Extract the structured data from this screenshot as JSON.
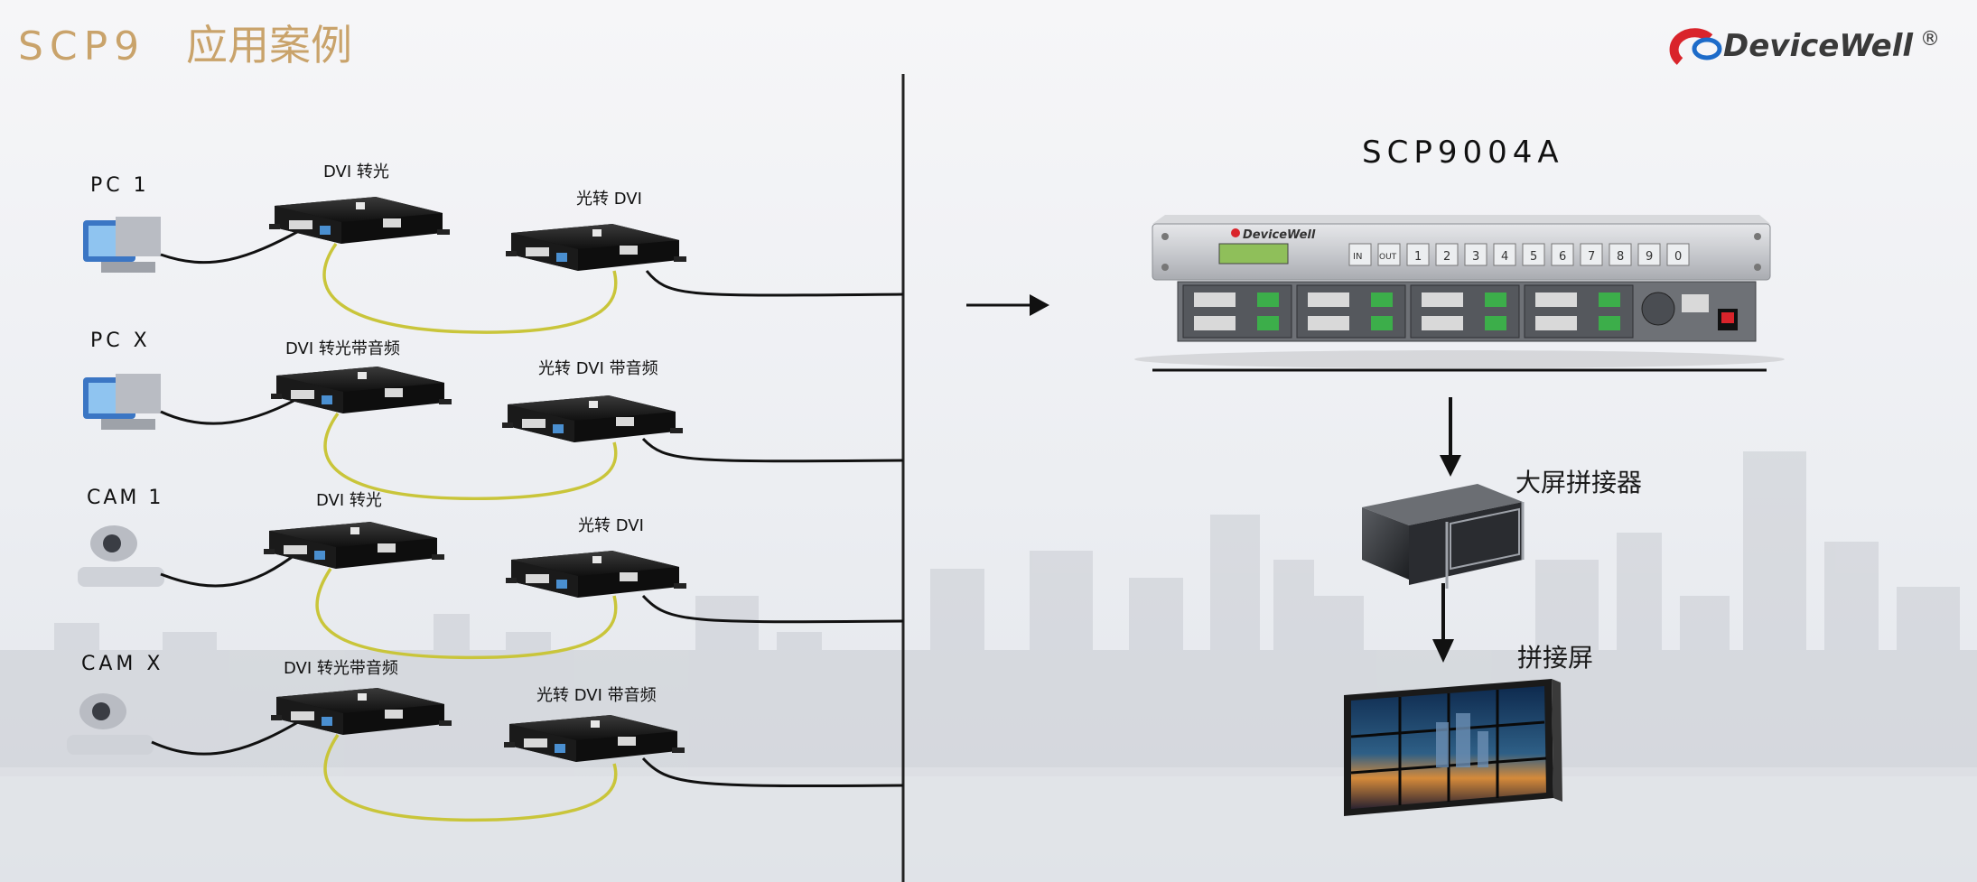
{
  "header": {
    "title_prefix": "SCP9",
    "title_cn": "应用案例",
    "brand_name": "DeviceWell",
    "brand_mark": "®"
  },
  "sources": [
    {
      "label": "PC 1",
      "icon": "pc-icon",
      "tx_label": "DVI 转光",
      "rx_label": "光转 DVI"
    },
    {
      "label": "PC X",
      "icon": "pc-icon",
      "tx_label": "DVI 转光带音频",
      "rx_label": "光转 DVI 带音频"
    },
    {
      "label": "CAM 1",
      "icon": "camera-icon",
      "tx_label": "DVI 转光",
      "rx_label": "光转 DVI"
    },
    {
      "label": "CAM X",
      "icon": "camera-icon",
      "tx_label": "DVI 转光带音频",
      "rx_label": "光转 DVI 带音频"
    }
  ],
  "matrix": {
    "model": "SCP9004A",
    "panel_brand": "DeviceWell",
    "buttons": [
      "IN",
      "OUT",
      "1",
      "2",
      "3",
      "4",
      "5",
      "6",
      "7",
      "8",
      "9",
      "0"
    ]
  },
  "splicer": {
    "label": "大屏拼接器"
  },
  "video_wall": {
    "label": "拼接屏"
  },
  "colors": {
    "title_gold": "#c9a36b",
    "brand_red": "#d9242b",
    "brand_blue": "#1d6bc9",
    "fiber_yellow": "#c9c53a",
    "cable_black": "#111111"
  }
}
